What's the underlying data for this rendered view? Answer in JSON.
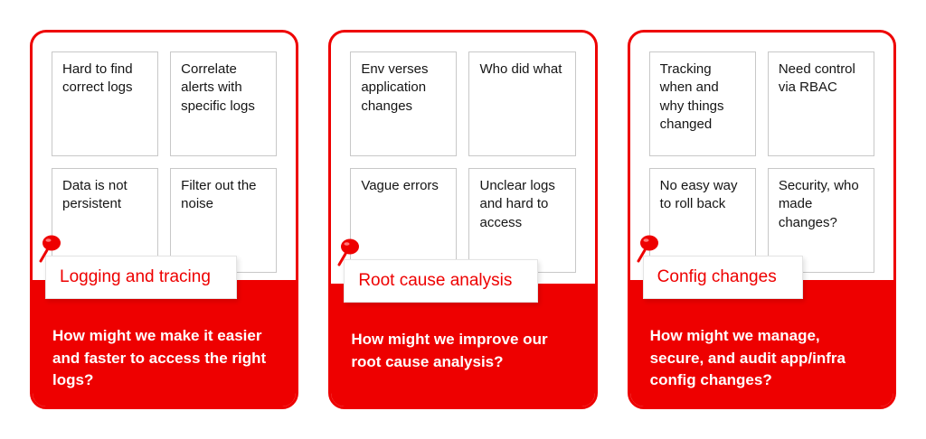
{
  "cards": [
    {
      "title": "Logging and tracing",
      "notes": [
        "Hard to find correct logs",
        "Correlate alerts with specific logs",
        "Data is not persistent",
        "Filter out the noise"
      ],
      "question": "How might we make it easier and faster to access the right logs?"
    },
    {
      "title": "Root cause analysis",
      "notes": [
        "Env verses application changes",
        "Who did what",
        "Vague errors",
        "Unclear logs and hard to access"
      ],
      "question": "How might we improve our root cause analysis?"
    },
    {
      "title": "Config changes",
      "notes": [
        "Tracking when and why things changed",
        "Need control via RBAC",
        "No easy way to roll back",
        "Security, who made changes?"
      ],
      "question": "How might we manage, secure, and audit app/infra config changes?"
    }
  ],
  "colors": {
    "accent_red": "#ee0000",
    "note_border": "#c8c8c8",
    "note_text": "#151515",
    "question_text": "#ffffff"
  }
}
